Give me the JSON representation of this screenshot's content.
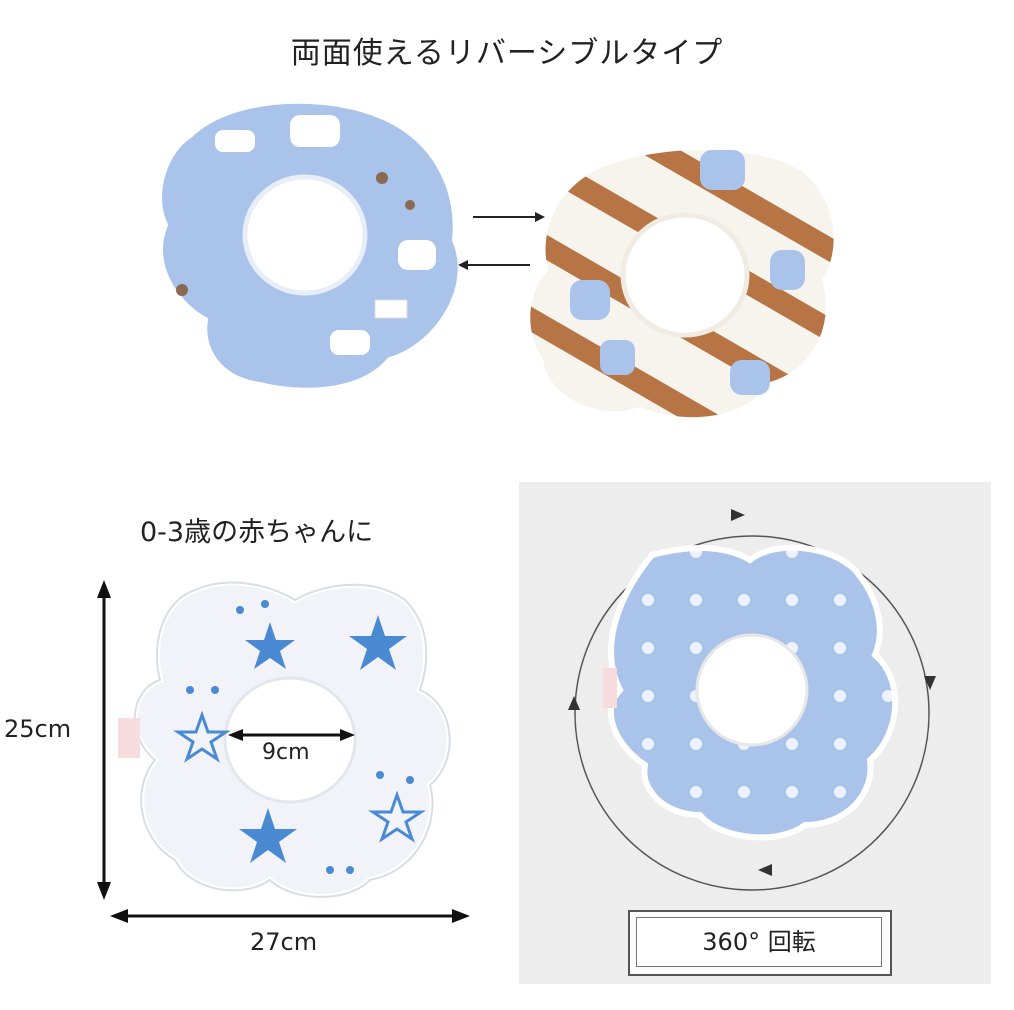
{
  "title": "両面使えるリバーシブルタイプ",
  "subtitle": "0-3歳の赤ちゃんに",
  "dimensions": {
    "height": "25cm",
    "width": "27cm",
    "neck": "9cm"
  },
  "rotation_label": "360° 回転",
  "colors": {
    "bib_blue": "#a9c3ea",
    "stripe_brown": "#b77444",
    "star_blue": "#4a8ad3",
    "panel_gray": "#ededed"
  }
}
